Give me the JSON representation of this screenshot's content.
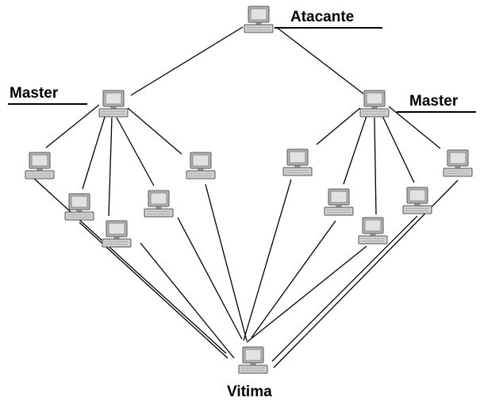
{
  "diagram": {
    "attacker_label": "Atacante",
    "master_left_label": "Master",
    "master_right_label": "Master",
    "victim_label": "Vitima"
  },
  "nodes": [
    {
      "id": "attacker",
      "role": "attacker",
      "icon": "computer-icon"
    },
    {
      "id": "master-left",
      "role": "master",
      "icon": "computer-icon"
    },
    {
      "id": "master-right",
      "role": "master",
      "icon": "computer-icon"
    },
    {
      "id": "zombie-1",
      "role": "zombie",
      "icon": "computer-icon"
    },
    {
      "id": "zombie-2",
      "role": "zombie",
      "icon": "computer-icon"
    },
    {
      "id": "zombie-3",
      "role": "zombie",
      "icon": "computer-icon"
    },
    {
      "id": "zombie-4",
      "role": "zombie",
      "icon": "computer-icon"
    },
    {
      "id": "zombie-5",
      "role": "zombie",
      "icon": "computer-icon"
    },
    {
      "id": "zombie-6",
      "role": "zombie",
      "icon": "computer-icon"
    },
    {
      "id": "zombie-7",
      "role": "zombie",
      "icon": "computer-icon"
    },
    {
      "id": "zombie-8",
      "role": "zombie",
      "icon": "computer-icon"
    },
    {
      "id": "zombie-9",
      "role": "zombie",
      "icon": "computer-icon"
    },
    {
      "id": "zombie-10",
      "role": "zombie",
      "icon": "computer-icon"
    },
    {
      "id": "victim",
      "role": "victim",
      "icon": "computer-icon"
    }
  ],
  "edges": [
    [
      "attacker",
      "master-left"
    ],
    [
      "attacker",
      "master-right"
    ],
    [
      "master-left",
      "zombie-1"
    ],
    [
      "master-left",
      "zombie-2"
    ],
    [
      "master-left",
      "zombie-3"
    ],
    [
      "master-left",
      "zombie-4"
    ],
    [
      "master-left",
      "zombie-5"
    ],
    [
      "master-right",
      "zombie-6"
    ],
    [
      "master-right",
      "zombie-7"
    ],
    [
      "master-right",
      "zombie-8"
    ],
    [
      "master-right",
      "zombie-9"
    ],
    [
      "master-right",
      "zombie-10"
    ],
    [
      "zombie-1",
      "victim"
    ],
    [
      "zombie-2",
      "victim"
    ],
    [
      "zombie-3",
      "victim"
    ],
    [
      "zombie-4",
      "victim"
    ],
    [
      "zombie-5",
      "victim"
    ],
    [
      "zombie-6",
      "victim"
    ],
    [
      "zombie-7",
      "victim"
    ],
    [
      "zombie-8",
      "victim"
    ],
    [
      "zombie-9",
      "victim"
    ],
    [
      "zombie-10",
      "victim"
    ]
  ],
  "colors": {
    "line": "#000000",
    "monitor_frame": "#888888",
    "screen": "#e2e2e2",
    "keyboard": "#d0d0d0",
    "background": "#ffffff"
  }
}
